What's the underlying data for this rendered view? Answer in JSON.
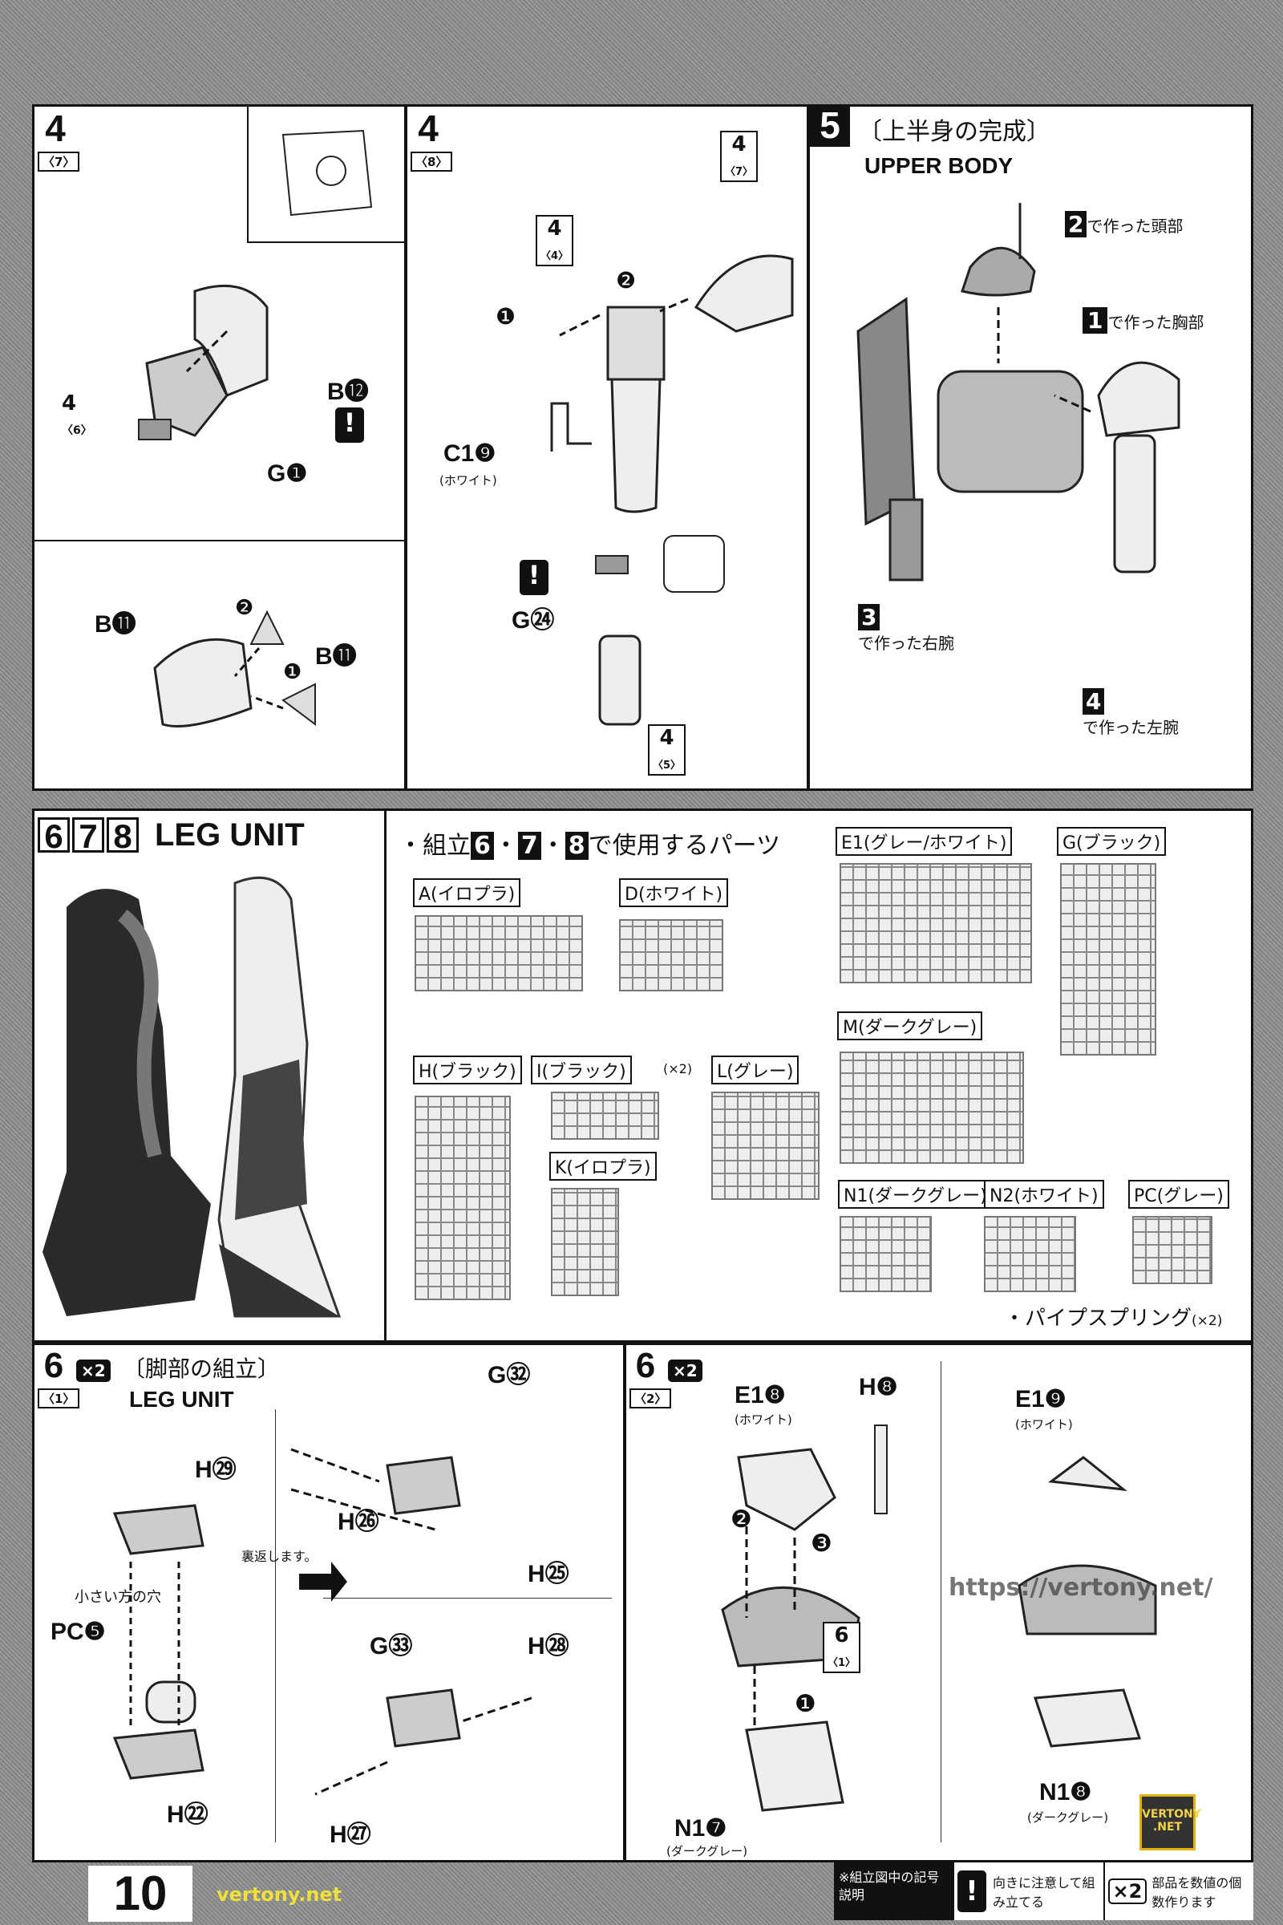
{
  "top": {
    "p1": {
      "step": "4",
      "sub": "〈7〉",
      "ref_step": "4",
      "ref_sub": "〈6〉",
      "labels": [
        "B⓬",
        "G❶",
        "B⓫",
        "B⓫"
      ],
      "arrows": [
        "❶",
        "❷"
      ],
      "caution": "!"
    },
    "p2": {
      "step": "4",
      "sub": "〈8〉",
      "refs": [
        {
          "step": "4",
          "sub": "〈4〉"
        },
        {
          "step": "4",
          "sub": "〈7〉"
        },
        {
          "step": "4",
          "sub": "〈5〉"
        }
      ],
      "c_label": "C1❾",
      "c_color": "(ホワイト)",
      "g_label": "G㉔",
      "arrows": [
        "❶",
        "❷"
      ],
      "caution": "!"
    },
    "p3": {
      "step": "5",
      "title": "〔上半身の完成〕",
      "title_en": "UPPER BODY",
      "callouts": [
        {
          "n": "2",
          "text": "で作った頭部"
        },
        {
          "n": "1",
          "text": "で作った胸部"
        },
        {
          "n": "3",
          "text": "で作った右腕"
        },
        {
          "n": "4",
          "text": "で作った左腕"
        }
      ]
    }
  },
  "mid": {
    "steps": [
      "6",
      "7",
      "8"
    ],
    "title_en": "LEG UNIT",
    "parts_header": {
      "prefix": "・組立",
      "n": [
        "6",
        "7",
        "8"
      ],
      "sep": "・",
      "suffix": "で使用するパーツ"
    },
    "runners": [
      {
        "label": "A(イロプラ)"
      },
      {
        "label": "D(ホワイト)"
      },
      {
        "label": "E1(グレー/ホワイト)"
      },
      {
        "label": "G(ブラック)"
      },
      {
        "label": "M(ダークグレー)"
      },
      {
        "label": "H(ブラック)"
      },
      {
        "label": "I(ブラック)",
        "qty": "(×2)"
      },
      {
        "label": "L(グレー)"
      },
      {
        "label": "K(イロプラ)"
      },
      {
        "label": "N1(ダークグレー)"
      },
      {
        "label": "N2(ホワイト)"
      },
      {
        "label": "PC(グレー)"
      }
    ],
    "spring": "・パイプスプリング",
    "spring_qty": "(×2)"
  },
  "bottom": {
    "left": {
      "step": "6",
      "sub": "〈1〉",
      "x2": "×2",
      "title": "〔脚部の組立〕",
      "title_en": "LEG UNIT",
      "labels": {
        "h29": "H㉙",
        "hole": "小さい方の穴",
        "pc5": "PC❺",
        "h22": "H㉒",
        "flip": "裏返します。",
        "g32": "G㉜",
        "h26": "H㉖",
        "h25": "H㉕",
        "g33": "G㉝",
        "h28": "H㉘",
        "h27": "H㉗"
      }
    },
    "right": {
      "step": "6",
      "sub": "〈2〉",
      "x2": "×2",
      "labels": {
        "e18": "E1❽",
        "e18c": "(ホワイト)",
        "h8": "H❽",
        "e19": "E1❾",
        "e19c": "(ホワイト)",
        "n17": "N1❼",
        "n17c": "(ダークグレー)",
        "n18": "N1❽",
        "n18c": "(ダークグレー)",
        "ref_step": "6",
        "ref_sub": "〈1〉"
      },
      "arrows": [
        "❶",
        "❷",
        "❸"
      ]
    }
  },
  "footer": {
    "page": "10",
    "legend_title": "※組立図中の記号説明",
    "caution_symbol": "!",
    "caution_text": "向きに注意して組み立てる",
    "x2_symbol": "×2",
    "x2_text": "部品を数値の個数作ります"
  },
  "watermarks": {
    "url": "https://vertony.net/",
    "badge": "VERTONY .NET",
    "site": "vertony.net"
  }
}
